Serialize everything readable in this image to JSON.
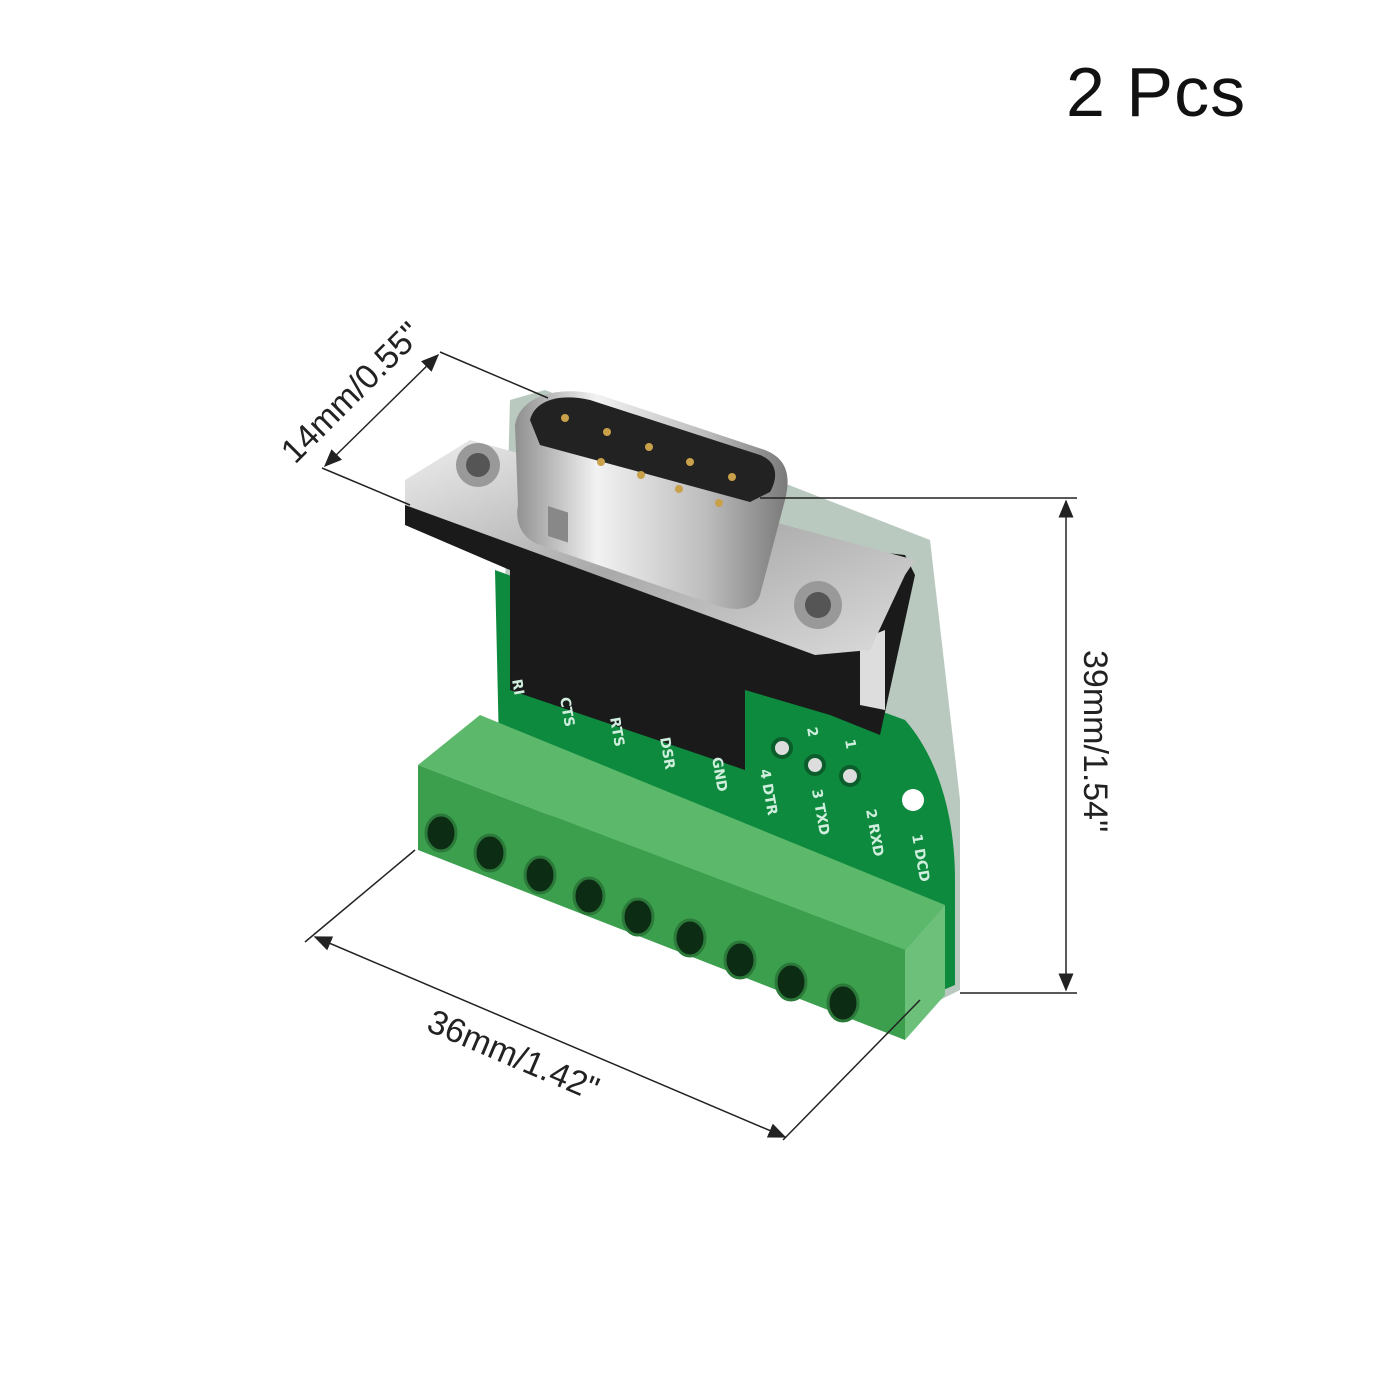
{
  "title": "2 Pcs",
  "dimensions": {
    "depth": "14mm/0.55\"",
    "height": "39mm/1.54\"",
    "width": "36mm/1.42\""
  },
  "pcb_labels": [
    "RI",
    "CTS",
    "RTS",
    "DSR",
    "GND",
    "4 DTR",
    "3 TXD",
    "2 RXD",
    "1 DCD"
  ],
  "pcb_pin_numbers": [
    "2",
    "1"
  ],
  "colors": {
    "pcb": "#0e8a3e",
    "terminal": "#3c9f4e",
    "connector": "#1a1a1a",
    "shell": "#c9c9c9"
  }
}
